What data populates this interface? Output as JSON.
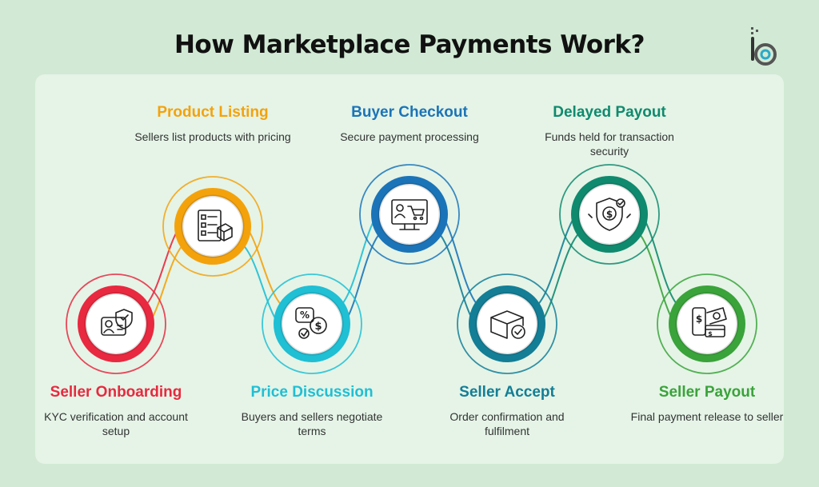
{
  "title": "How Marketplace Payments Work?",
  "steps": [
    {
      "title": "Seller Onboarding",
      "desc": "KYC verification and account setup",
      "color": "#e8293f",
      "icon": "id-card-shield-icon"
    },
    {
      "title": "Product Listing",
      "desc": "Sellers list products with pricing",
      "color": "#f4a20c",
      "icon": "checklist-box-icon"
    },
    {
      "title": "Price Discussion",
      "desc": "Buyers and sellers negotiate terms",
      "color": "#1fbfd4",
      "icon": "price-chat-icon"
    },
    {
      "title": "Buyer Checkout",
      "desc": "Secure payment processing",
      "color": "#1b74b8",
      "icon": "monitor-cart-icon"
    },
    {
      "title": "Seller Accept",
      "desc": "Order confirmation and fulfilment",
      "color": "#137e96",
      "icon": "box-check-icon"
    },
    {
      "title": "Delayed Payout",
      "desc": "Funds held for transaction security",
      "color": "#0f8a6e",
      "icon": "shield-dollar-icon"
    },
    {
      "title": "Seller Payout",
      "desc": "Final payment release to seller",
      "color": "#3aa33a",
      "icon": "mobile-cash-icon"
    }
  ]
}
